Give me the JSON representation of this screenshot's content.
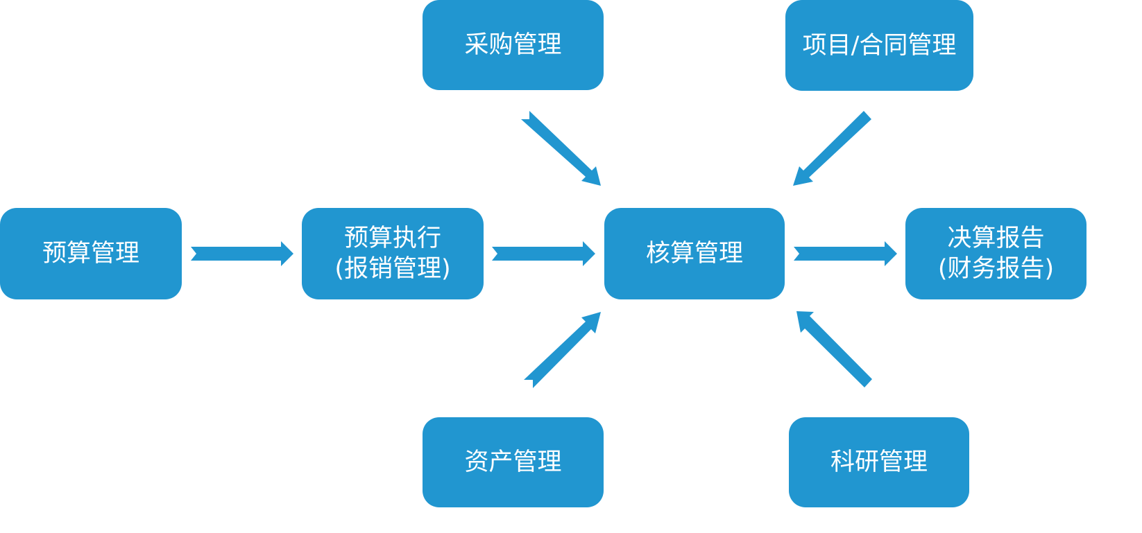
{
  "diagram": {
    "accent_color": "#2196d0",
    "text_color": "#ffffff",
    "nodes": {
      "budget": {
        "lines": [
          "预算管理"
        ]
      },
      "execution": {
        "lines": [
          "预算执行",
          "(报销管理)"
        ]
      },
      "accounting": {
        "lines": [
          "核算管理"
        ]
      },
      "final": {
        "lines": [
          "决算报告",
          "(财务报告)"
        ]
      },
      "procurement": {
        "lines": [
          "采购管理"
        ]
      },
      "project": {
        "lines": [
          "项目/合同管理"
        ]
      },
      "assets": {
        "lines": [
          "资产管理"
        ]
      },
      "research": {
        "lines": [
          "科研管理"
        ]
      }
    },
    "edges": [
      {
        "from": "预算管理",
        "to": "预算执行"
      },
      {
        "from": "预算执行",
        "to": "核算管理"
      },
      {
        "from": "核算管理",
        "to": "决算报告"
      },
      {
        "from": "采购管理",
        "to": "核算管理"
      },
      {
        "from": "项目/合同管理",
        "to": "核算管理"
      },
      {
        "from": "资产管理",
        "to": "核算管理"
      },
      {
        "from": "科研管理",
        "to": "核算管理"
      }
    ]
  }
}
